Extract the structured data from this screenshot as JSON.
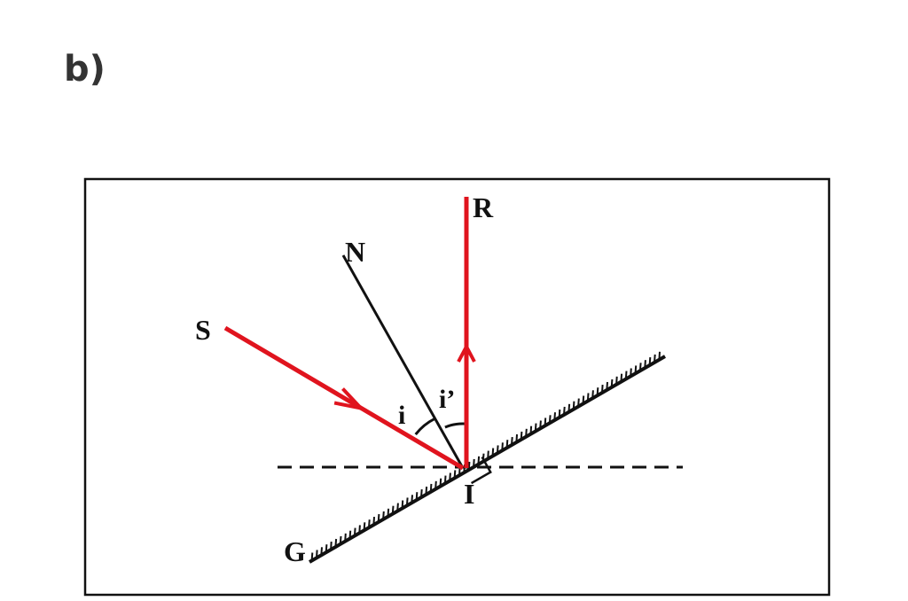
{
  "part_label": "b)",
  "labels": {
    "source": "S",
    "normal": "N",
    "reflected": "R",
    "incidence_point": "I",
    "mirror": "G",
    "angle_incidence": "i",
    "angle_reflection": "i’"
  },
  "colors": {
    "ray": "#e0141e",
    "line": "#111111",
    "frame": "#111111"
  }
}
